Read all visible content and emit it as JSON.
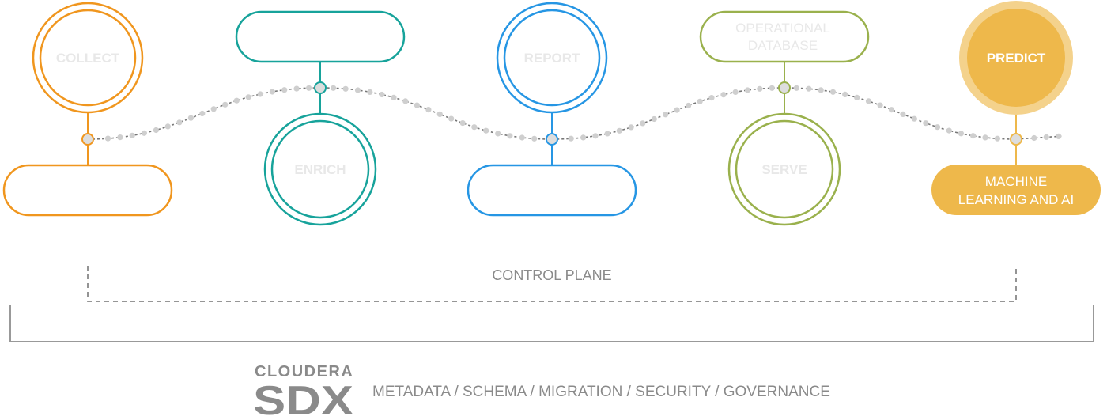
{
  "colors": {
    "orange": "#f0961e",
    "teal": "#17a39b",
    "blue": "#2696e4",
    "green": "#9ab14d",
    "gold": "#eeb84b",
    "gold_light": "#f4d28c",
    "gray": "#999999",
    "dot": "#cfcfcf",
    "ghost_text": "#e8e8e8",
    "white_text": "#ffffff"
  },
  "stages": {
    "collect": {
      "circle_label": "COLLECT",
      "pill_label": ""
    },
    "enrich": {
      "circle_label": "ENRICH",
      "pill_label": ""
    },
    "report": {
      "circle_label": "REPORT",
      "pill_label": ""
    },
    "serve": {
      "circle_label": "SERVE",
      "pill_label_line1": "OPERATIONAL",
      "pill_label_line2": "DATABASE"
    },
    "predict": {
      "circle_label": "PREDICT",
      "pill_label_line1": "MACHINE",
      "pill_label_line2": "LEARNING AND AI"
    }
  },
  "control_plane": {
    "label": "CONTROL PLANE"
  },
  "sdx": {
    "brand": "CLOUDERA",
    "product": "SDX",
    "tagline": "METADATA / SCHEMA / MIGRATION / SECURITY / GOVERNANCE"
  }
}
